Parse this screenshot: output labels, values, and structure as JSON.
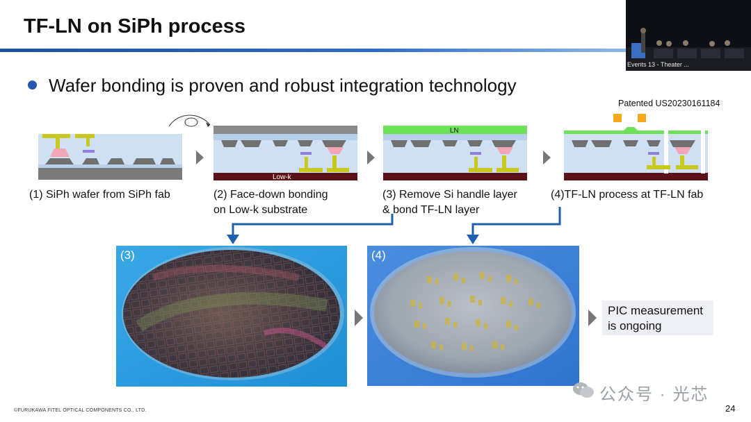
{
  "slide": {
    "title": "TF-LN on SiPh process",
    "bullet": "Wafer bonding is proven and robust integration technology",
    "patent": "Patented US20230161184",
    "steps": [
      {
        "caption_l1": "(1) SiPh wafer from SiPh fab",
        "caption_l2": ""
      },
      {
        "caption_l1": "(2) Face-down bonding",
        "caption_l2": "on Low-k substrate",
        "layer_label": "Low-k"
      },
      {
        "caption_l1": "(3) Remove Si handle layer",
        "caption_l2": "& bond TF-LN layer",
        "layer_label": "LN"
      },
      {
        "caption_l1": "(4)TF-LN process at TF-LN fab",
        "caption_l2": ""
      }
    ],
    "photos": [
      {
        "label": "(3)"
      },
      {
        "label": "(4)"
      }
    ],
    "note_l1": "PIC measurement",
    "note_l2": "is ongoing",
    "footer": "©FURUKAWA FITEL OPTICAL COMPONENTS CO., LTD.",
    "page_number": "24",
    "watermark": "公众号 · 光芯"
  },
  "video": {
    "label": "Events 13 - Theater ..."
  },
  "colors": {
    "title_bar": "#1d4f9f",
    "bullet": "#2557b3",
    "arrow": "#1f5fae",
    "ln_green": "#6ee05a",
    "lowk": "#5a1218",
    "cladding": "#cfe0f2",
    "metal": "#c8c81e",
    "pink": "#f3a6b8",
    "purple": "#8f7ee0",
    "si_gray": "#707070"
  }
}
